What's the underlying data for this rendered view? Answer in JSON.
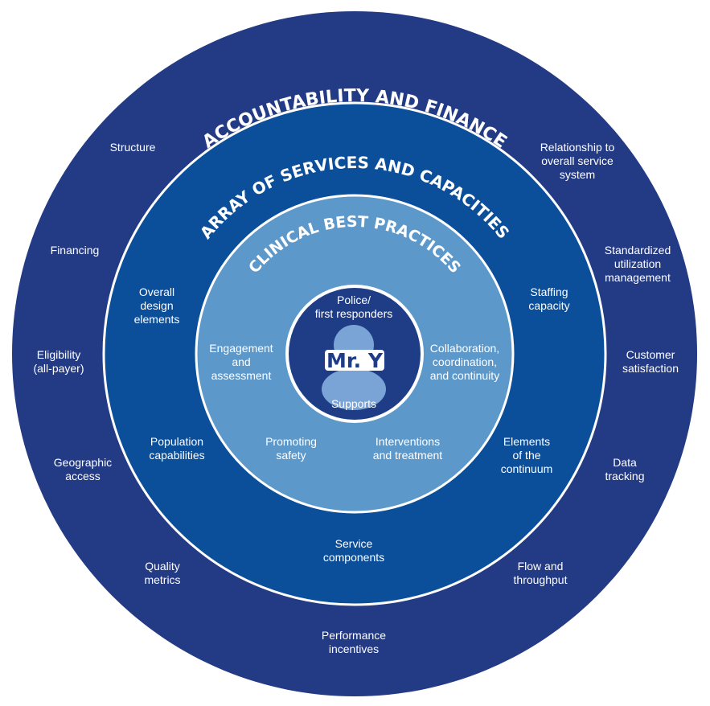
{
  "colors": {
    "outer_ring": "#233a84",
    "middle_ring": "#0b4e9a",
    "inner_ring": "#5d98cb",
    "core": "#1f3d86",
    "border": "#ffffff",
    "person_fill": "#7aa3d6",
    "name_badge": "#ffffff",
    "name_text": "#1f3c88"
  },
  "rings": {
    "outer": {
      "title": "ACCOUNTABILITY AND FINANCE",
      "labels": [
        [
          "Structure"
        ],
        [
          "Relationship to",
          "overall service",
          "system"
        ],
        [
          "Financing"
        ],
        [
          "Standardized",
          "utilization",
          "management"
        ],
        [
          "Eligibility",
          "(all-payer)"
        ],
        [
          "Customer",
          "satisfaction"
        ],
        [
          "Geographic",
          "access"
        ],
        [
          "Data",
          "tracking"
        ],
        [
          "Quality",
          "metrics"
        ],
        [
          "Flow and",
          "throughput"
        ],
        [
          "Performance",
          "incentives"
        ]
      ]
    },
    "middle": {
      "title": "ARRAY OF SERVICES AND CAPACITIES",
      "labels": [
        [
          "Overall",
          "design",
          "elements"
        ],
        [
          "Staffing",
          "capacity"
        ],
        [
          "Population",
          "capabilities"
        ],
        [
          "Elements",
          "of the",
          "continuum"
        ],
        [
          "Service",
          "components"
        ]
      ]
    },
    "inner": {
      "title": "CLINICAL BEST PRACTICES",
      "labels": [
        [
          "Engagement",
          "and",
          "assessment"
        ],
        [
          "Collaboration,",
          "coordination,",
          "and continuity"
        ],
        [
          "Promoting",
          "safety"
        ],
        [
          "Interventions",
          "and treatment"
        ]
      ]
    },
    "core": {
      "top_label": [
        "Police/",
        "first responders"
      ],
      "bottom_label": [
        "Supports"
      ],
      "person_icon": "person-icon",
      "name": "Mr. Y"
    }
  }
}
